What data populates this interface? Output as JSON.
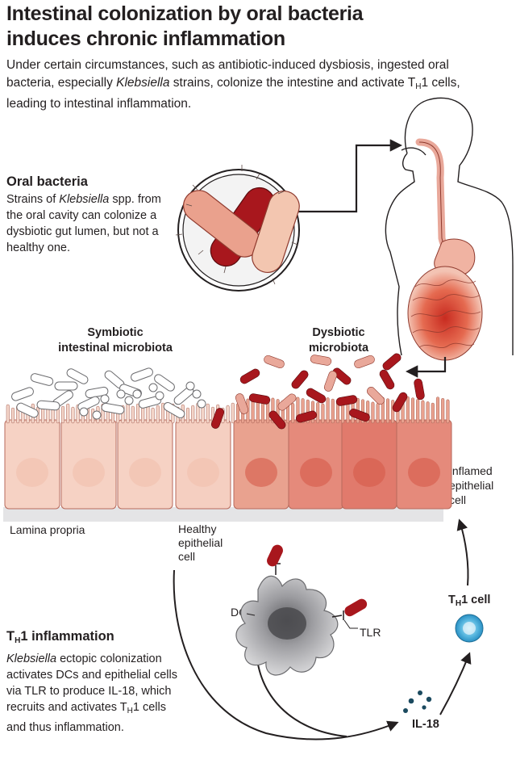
{
  "header": {
    "title_line1": "Intestinal colonization by oral bacteria",
    "title_line2": "induces chronic inflammation",
    "intro_part1": "Under certain circumstances, such as antibiotic-induced dysbiosis, ingested oral bacteria, especially ",
    "intro_italic": "Klebsiella",
    "intro_part2": " strains, colonize the intestine and activate T",
    "intro_sub": "H",
    "intro_part3": "1 cells, leading to intestinal inflammation."
  },
  "oral_bacteria": {
    "heading": "Oral bacteria",
    "text_part1": "Strains of ",
    "text_italic": "Klebsiella",
    "text_part2": " spp. from the oral cavity can colonize a dysbiotic gut lumen, but not a healthy one."
  },
  "labels": {
    "symbiotic_line1": "Symbiotic",
    "symbiotic_line2": "intestinal microbiota",
    "dysbiotic_line1": "Dysbiotic",
    "dysbiotic_line2": "microbiota",
    "inflamed_line1": "Inflamed",
    "inflamed_line2": "epithelial",
    "inflamed_line3": "cell",
    "lamina_propria": "Lamina propria",
    "healthy_line1": "Healthy",
    "healthy_line2": "epithelial",
    "healthy_line3": "cell",
    "dc": "DC",
    "tlr": "TLR",
    "th1_cell_t": "T",
    "th1_cell_sub": "H",
    "th1_cell_rest": "1 cell",
    "il18": "IL-18"
  },
  "th1_inflammation": {
    "heading_t": "T",
    "heading_sub": "H",
    "heading_rest": "1 inflammation",
    "text_italic": "Klebsiella",
    "text_part1": " ectopic colonization activates DCs and epithelial cells via TLR to produce IL-18, which recruits and activates T",
    "text_sub": "H",
    "text_part2": "1 cells and thus inflammation."
  },
  "colors": {
    "klebsiella_dark": "#a8171d",
    "klebsiella_light": "#e9a89a",
    "epithelium_healthy": "#f6d2c4",
    "epithelium_inflamed": "#e58a7b",
    "th1_cell": "#3fa9d9",
    "dc_gray": "#b8b8bb"
  }
}
